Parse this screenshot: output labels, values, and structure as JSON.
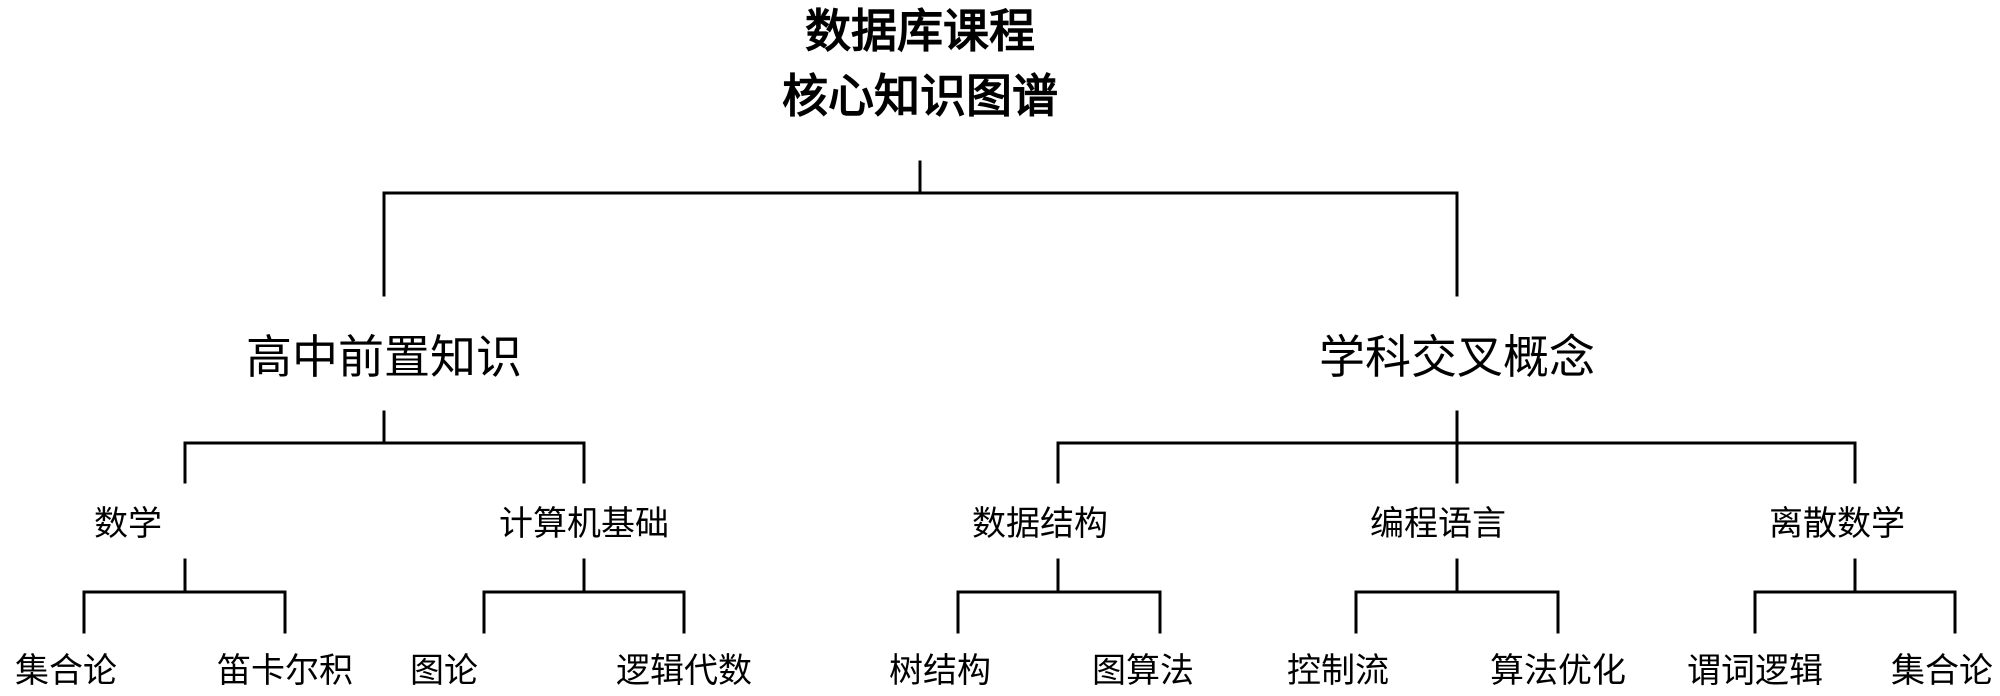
{
  "root": {
    "title_line1": "数据库课程",
    "title_line2": "核心知识图谱"
  },
  "branches": [
    {
      "label": "高中前置知识",
      "children": [
        {
          "label": "数学",
          "children": [
            "集合论",
            "笛卡尔积"
          ]
        },
        {
          "label": "计算机基础",
          "children": [
            "图论",
            "逻辑代数"
          ]
        }
      ]
    },
    {
      "label": "学科交叉概念",
      "children": [
        {
          "label": "数据结构",
          "children": [
            "树结构",
            "图算法"
          ]
        },
        {
          "label": "编程语言",
          "children": [
            "控制流",
            "算法优化"
          ]
        },
        {
          "label": "离散数学",
          "children": [
            "谓词逻辑",
            "集合论"
          ]
        }
      ]
    }
  ]
}
